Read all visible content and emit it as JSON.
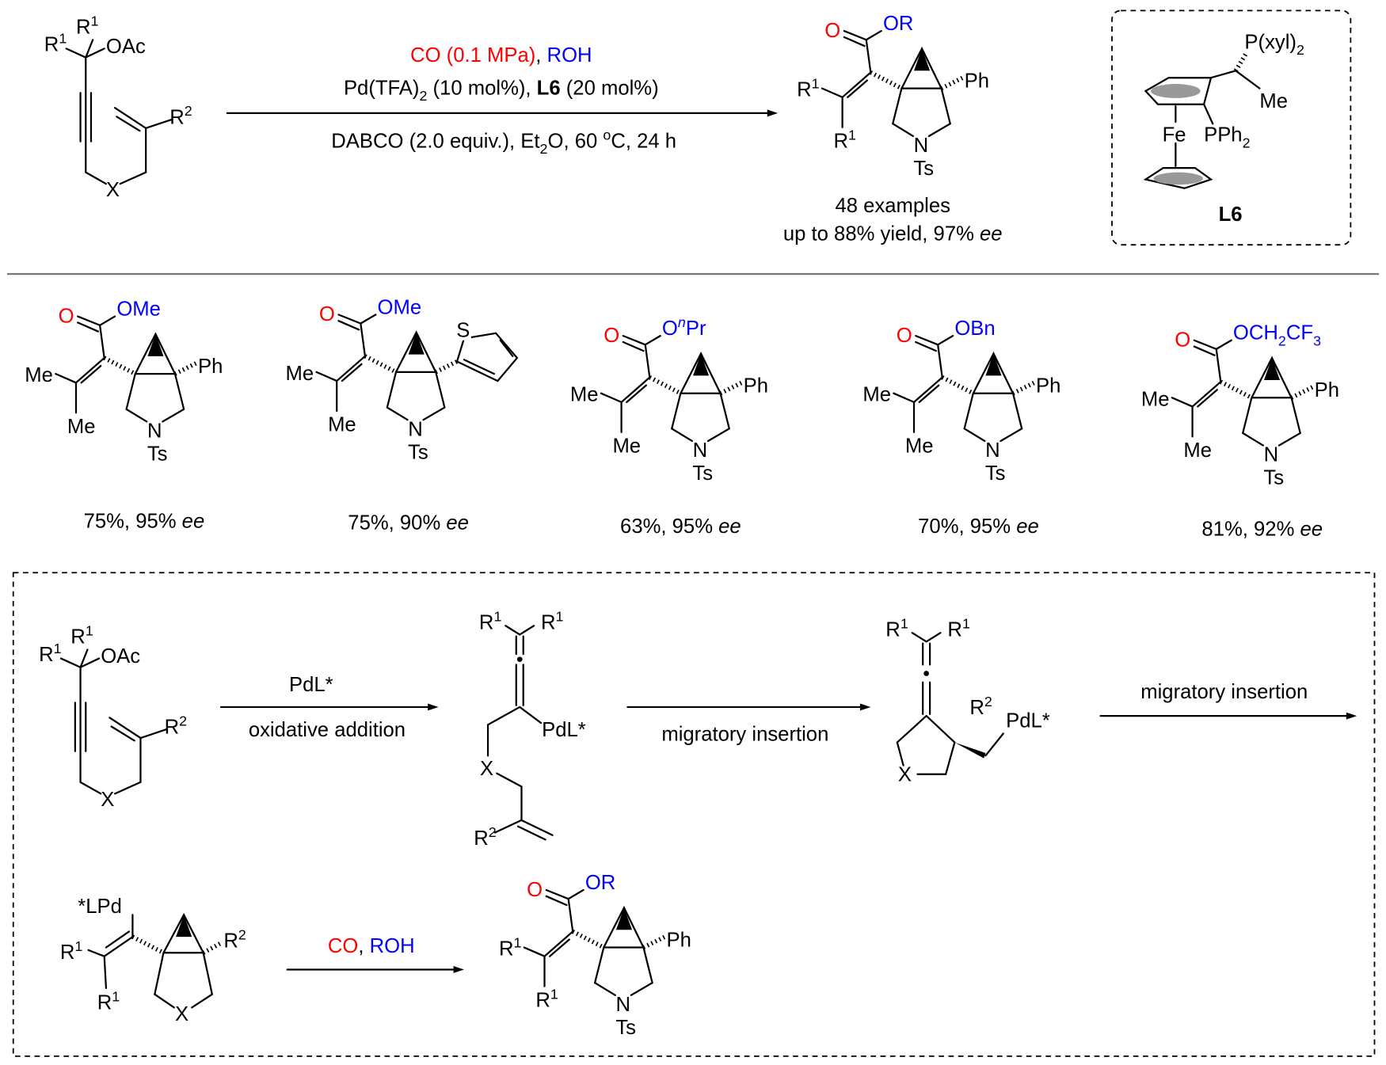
{
  "colors": {
    "red": "#ff0000",
    "blue": "#0000ff"
  },
  "atoms": {
    "R": "R",
    "one": "1",
    "two": "2",
    "OAc": "OAc",
    "X": "X",
    "N": "N",
    "Ts": "Ts",
    "Ph": "Ph",
    "O": "O",
    "OR": "OR",
    "Me": "Me",
    "S": "S",
    "PdL": "PdL*",
    "LPd": "*LPd"
  },
  "conditions": {
    "co": "CO (0.1 MPa)",
    "comma": ", ",
    "roh": "ROH",
    "line2": [
      "Pd(TFA)",
      "2",
      " (10 mol%), ",
      "L6",
      " (20 mol%)"
    ],
    "line3": [
      "DABCO (2.0 equiv.), Et",
      "2",
      "O, 60 ",
      "o",
      "C, 24 h"
    ]
  },
  "summary": {
    "examples": "48 examples",
    "yield": "up to 88% yield, 97% ",
    "ee": "ee"
  },
  "ligand": {
    "p": "P(xyl)",
    "p_sub": "2",
    "me": "Me",
    "fe": "Fe",
    "pph": "PPh",
    "pph_sub": "2",
    "label": "L6"
  },
  "products": [
    {
      "ester": [
        {
          "t": "OMe"
        }
      ],
      "top": [
        {
          "t": "Me"
        }
      ],
      "bottom": [
        {
          "t": "Me"
        }
      ],
      "right": "Ph",
      "yield": "75%, 95% ",
      "ee": "ee"
    },
    {
      "ester": [
        {
          "t": "OMe"
        }
      ],
      "top": [
        {
          "t": "Me"
        }
      ],
      "bottom": [
        {
          "t": "Me"
        }
      ],
      "right": "thiophene",
      "yield": "75%, 90% ",
      "ee": "ee"
    },
    {
      "ester": [
        {
          "t": "O"
        },
        {
          "t": "n",
          "sup": true,
          "it": true
        },
        {
          "t": "Pr"
        }
      ],
      "top": [
        {
          "t": "Me"
        }
      ],
      "bottom": [
        {
          "t": "Me"
        }
      ],
      "right": "Ph",
      "yield": "63%, 95% ",
      "ee": "ee"
    },
    {
      "ester": [
        {
          "t": "OBn"
        }
      ],
      "top": [
        {
          "t": "Me"
        }
      ],
      "bottom": [
        {
          "t": "Me"
        }
      ],
      "right": "Ph",
      "yield": "70%, 95% ",
      "ee": "ee"
    },
    {
      "ester": [
        {
          "t": "OCH"
        },
        {
          "t": "2",
          "sub": true
        },
        {
          "t": "CF"
        },
        {
          "t": "3",
          "sub": true
        }
      ],
      "top": [
        {
          "t": "Me"
        }
      ],
      "bottom": [
        {
          "t": "Me"
        }
      ],
      "right": "Ph",
      "yield": "81%, 92% ",
      "ee": "ee"
    }
  ],
  "general_product": {
    "ester": [
      {
        "t": "OR"
      }
    ],
    "top": [
      {
        "t": "R"
      },
      {
        "t": "1",
        "sup": true
      }
    ],
    "bottom": [
      {
        "t": "R"
      },
      {
        "t": "1",
        "sup": true
      }
    ],
    "right": "Ph"
  },
  "mechanism": {
    "step1_top": "PdL*",
    "step1_bottom": "oxidative addition",
    "step2": "migratory insertion",
    "step3": "migratory insertion",
    "step4_co": "CO",
    "step4_comma": ", ",
    "step4_roh": "ROH"
  }
}
